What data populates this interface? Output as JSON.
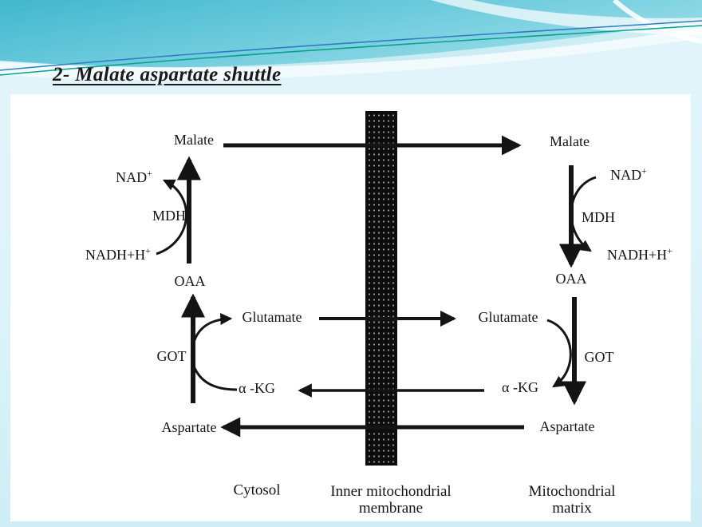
{
  "colors": {
    "slide_background": "#dcf3f9",
    "header_teal": "#49bdd3",
    "header_line_blue": "#2e7dc4",
    "header_line_green": "#0aa08e",
    "diagram_ink": "#141414",
    "panel_background": "#ffffff"
  },
  "title": "2- Malate aspartate shuttle",
  "diagram": {
    "cytosol": {
      "malate": "Malate",
      "nad": {
        "base": "NAD",
        "sup": "+"
      },
      "mdh": "MDH",
      "nadh": {
        "base": "NADH+H",
        "sup": "+"
      },
      "oaa": "OAA",
      "glutamate": "Glutamate",
      "got": "GOT",
      "alpha_kg": "α -KG",
      "aspartate": "Aspartate",
      "region": "Cytosol"
    },
    "membrane": {
      "region": "Inner mitochondrial membrane"
    },
    "matrix": {
      "malate": "Malate",
      "nad": {
        "base": "NAD",
        "sup": "+"
      },
      "mdh": "MDH",
      "nadh": {
        "base": "NADH+H",
        "sup": "+"
      },
      "oaa": "OAA",
      "glutamate": "Glutamate",
      "got": "GOT",
      "alpha_kg": "α -KG",
      "aspartate": "Aspartate",
      "region": "Mitochondrial matrix"
    }
  }
}
